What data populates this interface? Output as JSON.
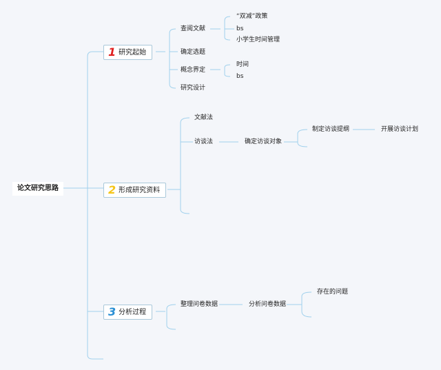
{
  "root": {
    "label": "论文研究思路"
  },
  "branches": [
    {
      "number": "1",
      "label": "研究起始",
      "color": "#e02020",
      "children": [
        {
          "label": "查阅文献",
          "children": [
            "“双减”政策",
            "bs",
            "小学生时间管理"
          ]
        },
        {
          "label": "确定选题"
        },
        {
          "label": "概念界定",
          "children": [
            "时间",
            "bs"
          ]
        },
        {
          "label": "研究设计"
        }
      ]
    },
    {
      "number": "2",
      "label": "形成研究资料",
      "color": "#f5c518",
      "children": [
        {
          "label": "文献法"
        },
        {
          "label": "访谈法",
          "next": "确定访谈对象",
          "next2": "制定访谈提纲",
          "next3": "开展访谈计划"
        }
      ]
    },
    {
      "number": "3",
      "label": "分析过程",
      "color": "#2a8fd4",
      "children": [
        {
          "label": "整理问卷数据",
          "next": "分析问卷数据",
          "next2": "存在的问题"
        }
      ]
    }
  ]
}
